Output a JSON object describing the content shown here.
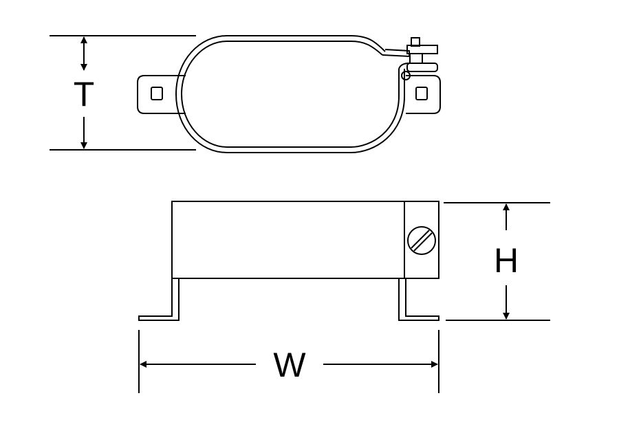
{
  "diagram": {
    "labels": {
      "thickness": "T",
      "height": "H",
      "width": "W"
    },
    "colors": {
      "line": "#000000",
      "background": "#ffffff"
    }
  }
}
